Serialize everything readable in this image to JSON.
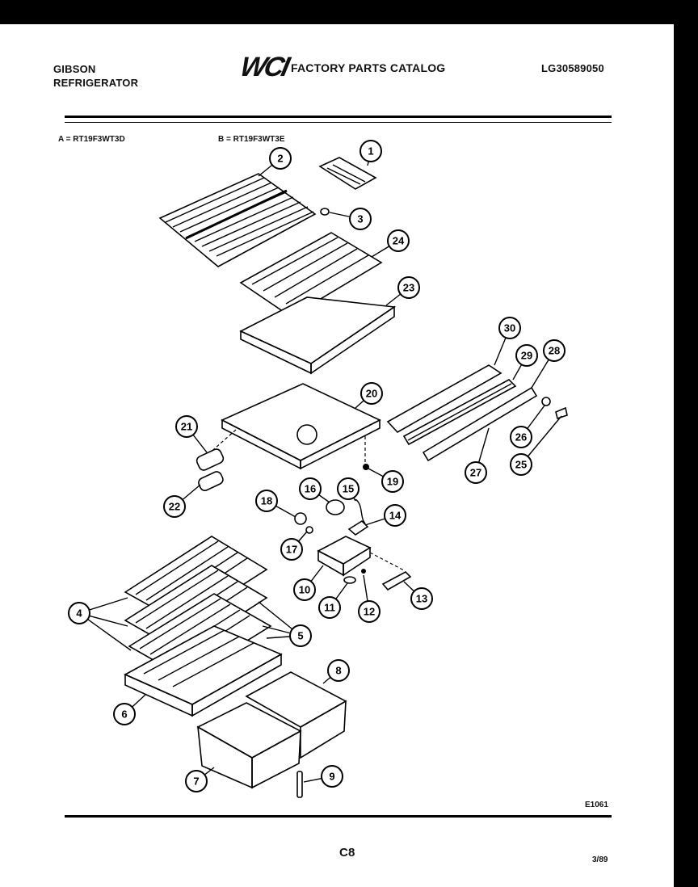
{
  "header": {
    "brand_line1": "GIBSON",
    "brand_line2": "REFRIGERATOR",
    "logo": "WCI",
    "catalog_title": "FACTORY PARTS CATALOG",
    "catalog_number": "LG30589050"
  },
  "models": {
    "a": "A = RT19F3WT3D",
    "b": "B = RT19F3WT3E"
  },
  "callouts": [
    "1",
    "2",
    "3",
    "4",
    "5",
    "6",
    "7",
    "8",
    "9",
    "10",
    "11",
    "12",
    "13",
    "14",
    "15",
    "16",
    "17",
    "18",
    "19",
    "20",
    "21",
    "22",
    "23",
    "24",
    "25",
    "26",
    "27",
    "28",
    "29",
    "30"
  ],
  "footer": {
    "figure_code": "E1061",
    "page": "C8",
    "date": "3/89"
  }
}
